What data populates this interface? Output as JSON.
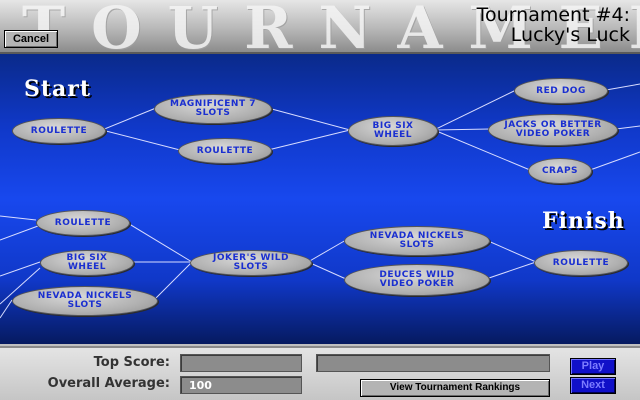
{
  "header": {
    "watermark": "TOURNAMENT",
    "cancel_label": "Cancel",
    "title_line1": "Tournament #4:",
    "title_line2": "Lucky's Luck"
  },
  "board": {
    "start_label": "Start",
    "finish_label": "Finish",
    "nodes": [
      {
        "key": "n1",
        "label": "ROULETTE"
      },
      {
        "key": "n2",
        "label": "MAGNIFICENT 7\nSLOTS"
      },
      {
        "key": "n3",
        "label": "ROULETTE"
      },
      {
        "key": "n4",
        "label": "BIG SIX\nWHEEL"
      },
      {
        "key": "n5",
        "label": "RED DOG"
      },
      {
        "key": "n6",
        "label": "JACKS OR BETTER\nVIDEO POKER"
      },
      {
        "key": "n7",
        "label": "CRAPS"
      },
      {
        "key": "n8",
        "label": "ROULETTE"
      },
      {
        "key": "n9",
        "label": "BIG SIX\nWHEEL"
      },
      {
        "key": "n10",
        "label": "NEVADA NICKELS\nSLOTS"
      },
      {
        "key": "n11",
        "label": "JOKER'S WILD\nSLOTS"
      },
      {
        "key": "n12",
        "label": "NEVADA NICKELS\nSLOTS"
      },
      {
        "key": "n13",
        "label": "DEUCES WILD\nVIDEO POKER"
      },
      {
        "key": "n14",
        "label": "ROULETTE"
      }
    ]
  },
  "footer": {
    "top_score_label": "Top Score:",
    "overall_average_label": "Overall Average:",
    "top_score_value": "",
    "top_score_player": "",
    "overall_average_value": "100",
    "view_rankings_label": "View Tournament Rankings",
    "play_label": "Play",
    "next_label": "Next"
  },
  "colors": {
    "node_text": "#1a2fd0",
    "board_blue": "#1848ee",
    "button_blue": "#1010c8"
  }
}
